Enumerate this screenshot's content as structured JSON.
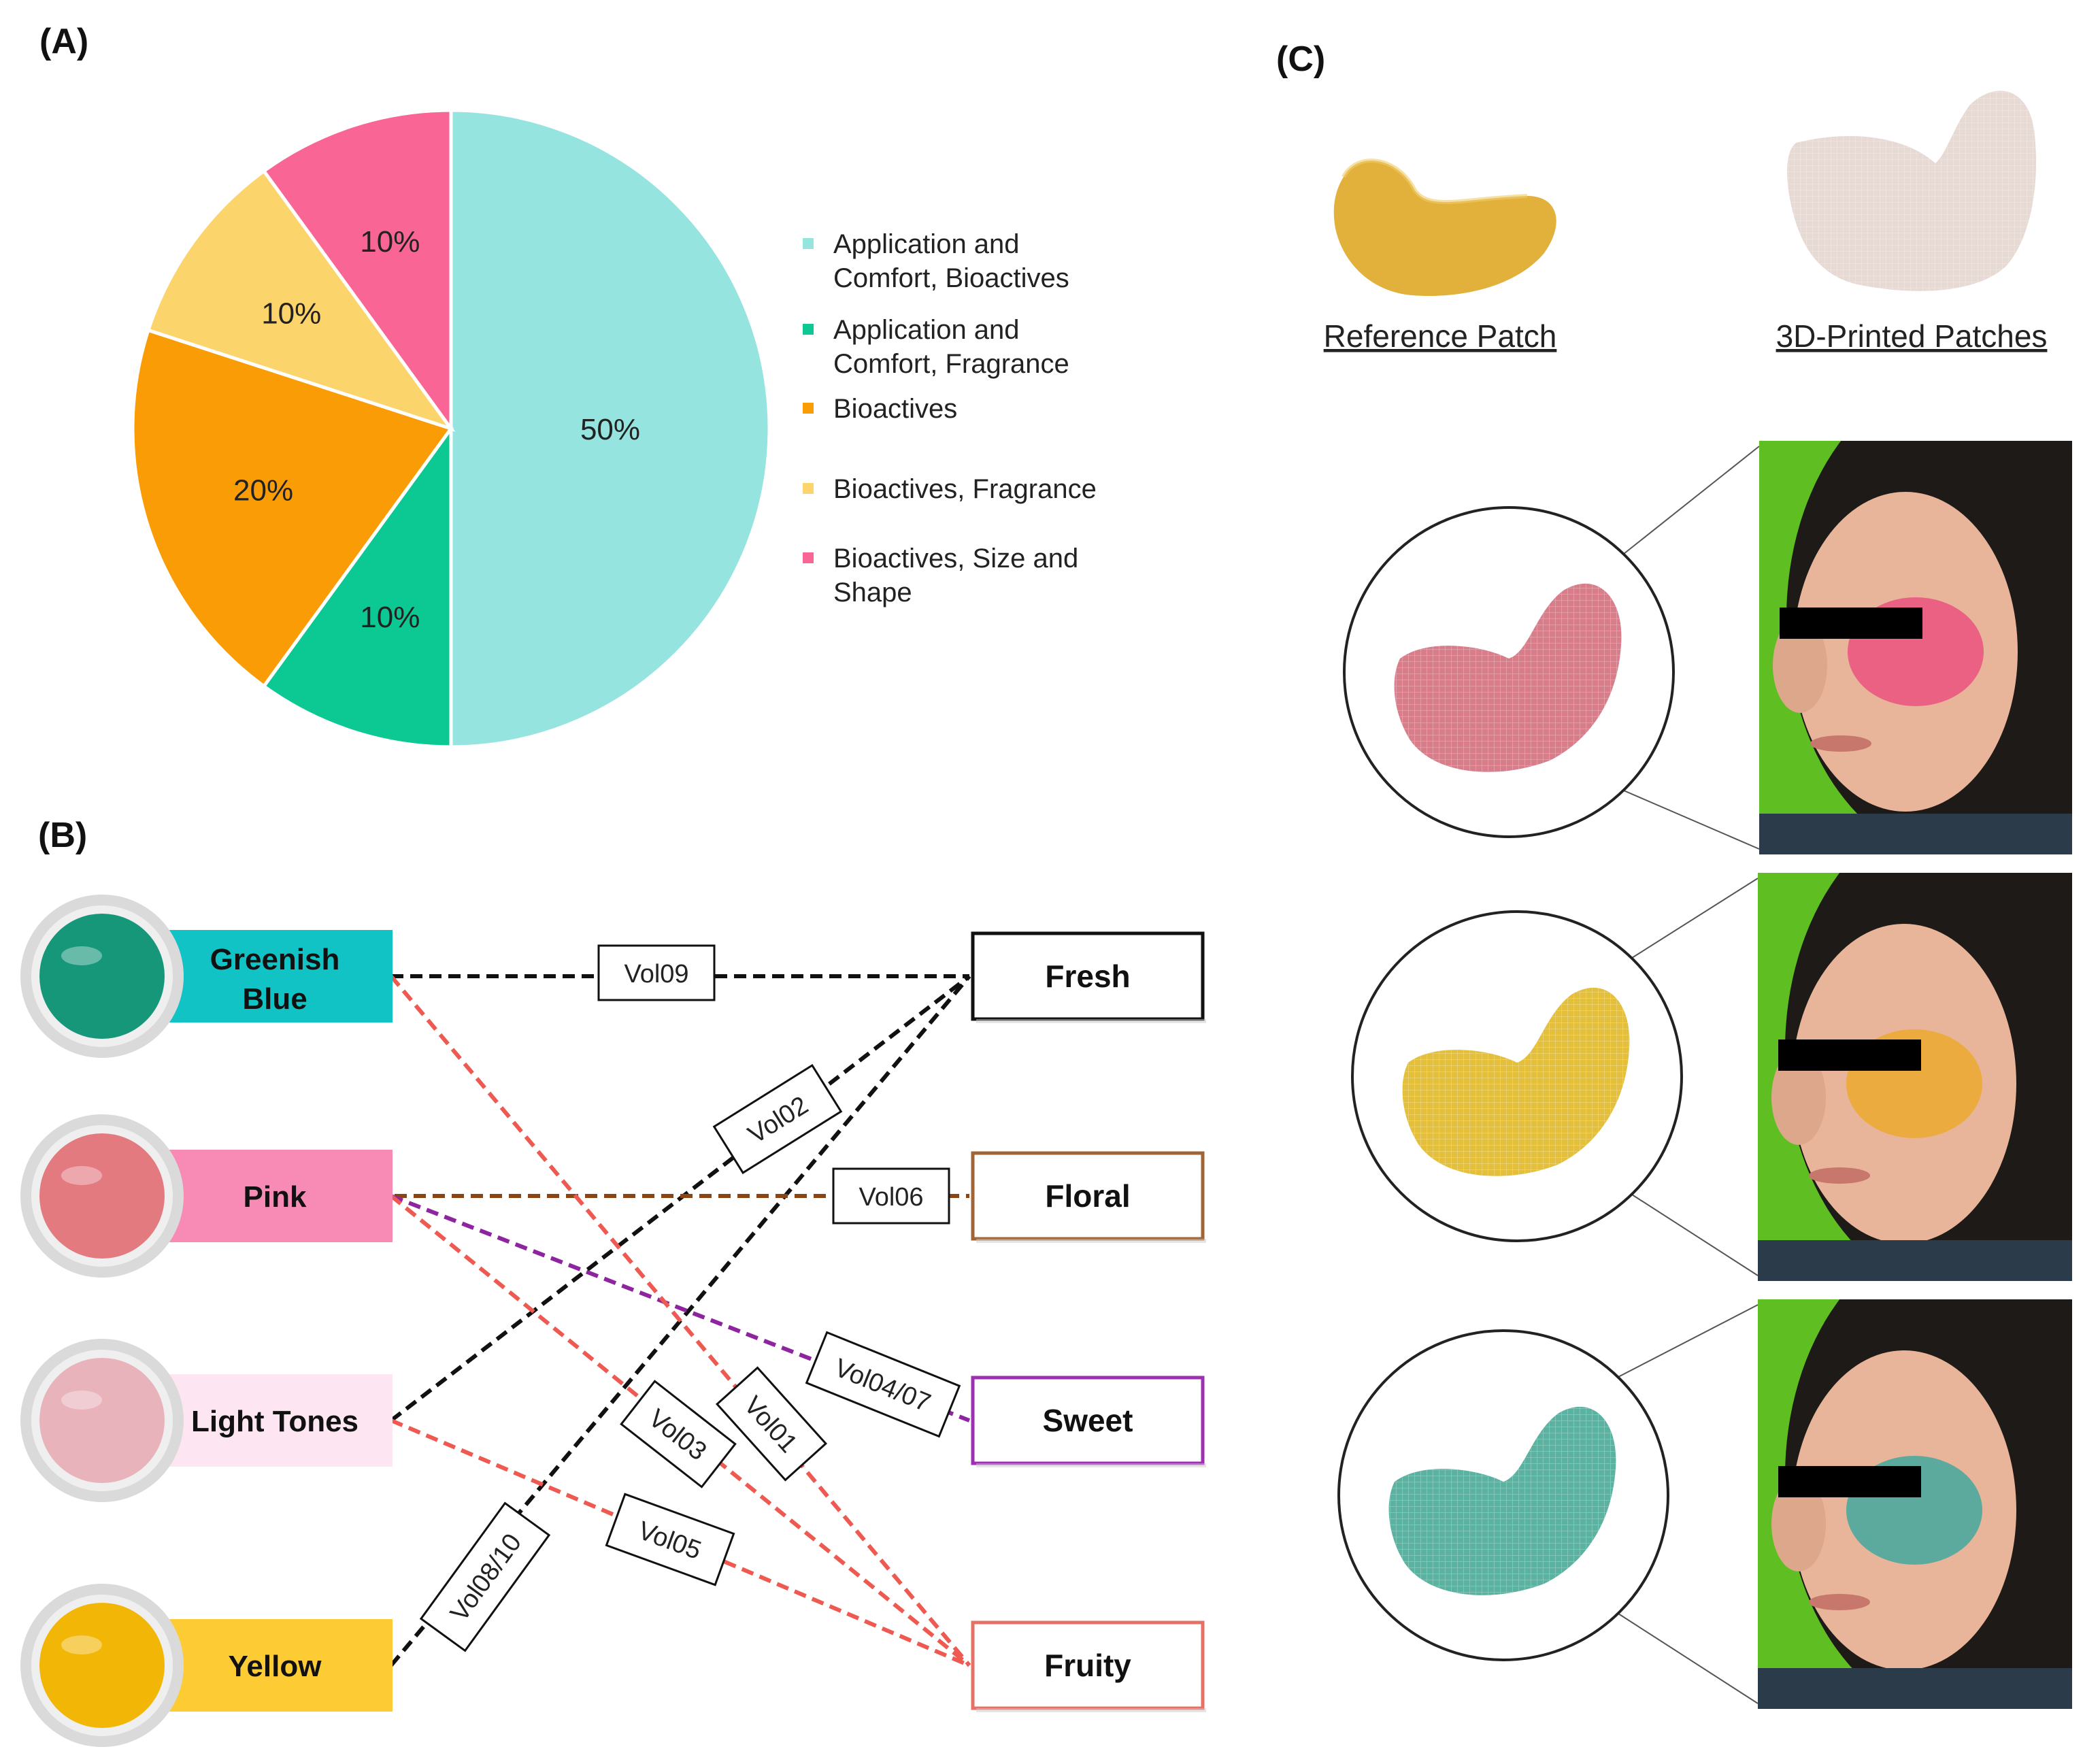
{
  "panel_labels": {
    "a": "(A)",
    "b": "(B)",
    "c": "(C)"
  },
  "chart_data": {
    "type": "pie",
    "slices": [
      {
        "label": "Application and Comfort, Bioactives",
        "value": 50,
        "pct_label": "50%",
        "color": "#95E4E0"
      },
      {
        "label": "Application and Comfort, Fragrance",
        "value": 10,
        "pct_label": "10%",
        "color": "#0CC892"
      },
      {
        "label": "Bioactives",
        "value": 20,
        "pct_label": "20%",
        "color": "#FA9C06"
      },
      {
        "label": "Bioactives, Fragrance",
        "value": 10,
        "pct_label": "10%",
        "color": "#FCD46C"
      },
      {
        "label": "Bioactives, Size and Shape",
        "value": 10,
        "pct_label": "10%",
        "color": "#F96595"
      }
    ],
    "legend": [
      {
        "line1": "Application and",
        "line2": "Comfort, Bioactives"
      },
      {
        "line1": "Application and",
        "line2": "Comfort, Fragrance"
      },
      {
        "line1": "Bioactives",
        "line2": ""
      },
      {
        "line1": "Bioactives, Fragrance",
        "line2": ""
      },
      {
        "line1": "Bioactives, Size and",
        "line2": "Shape"
      }
    ],
    "legend_position": "right"
  },
  "diagram_b": {
    "colors": [
      {
        "line1": "Greenish",
        "line2": "Blue",
        "fill": "#12C3C6",
        "swatch": "#17977A"
      },
      {
        "line1": "Pink",
        "line2": "",
        "fill": "#F78BB5",
        "swatch": "#E27A80"
      },
      {
        "line1": "Light Tones",
        "line2": "",
        "fill": "#FDE6F1",
        "swatch": "#E9B3BB"
      },
      {
        "line1": "Yellow",
        "line2": "",
        "fill": "#FDCB33",
        "swatch": "#F2B607"
      }
    ],
    "scents": [
      {
        "label": "Fresh",
        "border": "#111111"
      },
      {
        "label": "Floral",
        "border": "#A06536"
      },
      {
        "label": "Sweet",
        "border": "#9D2FB1"
      },
      {
        "label": "Fruity",
        "border": "#E57066"
      }
    ],
    "connections": [
      {
        "from": 0,
        "to": 0,
        "label": "Vol09",
        "color": "#111111"
      },
      {
        "from": 2,
        "to": 0,
        "label": "Vol02",
        "color": "#111111"
      },
      {
        "from": 3,
        "to": 0,
        "label": "Vol08/10",
        "color": "#111111"
      },
      {
        "from": 1,
        "to": 1,
        "label": "Vol06",
        "color": "#8B4513"
      },
      {
        "from": 1,
        "to": 2,
        "label": "Vol04/07",
        "color": "#8E249F"
      },
      {
        "from": 0,
        "to": 3,
        "label": "Vol01",
        "color": "#EE5A52"
      },
      {
        "from": 1,
        "to": 3,
        "label": "Vol03",
        "color": "#EE5A52"
      },
      {
        "from": 2,
        "to": 3,
        "label": "Vol05",
        "color": "#EE5A52"
      }
    ]
  },
  "panel_c": {
    "reference_label": "Reference Patch",
    "printed_label": "3D-Printed Patches",
    "reference_color": "#E2B13B",
    "printed_color": "#E7D9D4",
    "rows": [
      {
        "patch_color": "#D87D8A",
        "face_patch_color": "#E95A82"
      },
      {
        "patch_color": "#E3BF3C",
        "face_patch_color": "#EBAA36"
      },
      {
        "patch_color": "#5BB2A0",
        "face_patch_color": "#4FA99E"
      }
    ],
    "photo_bg": "#5FBF22"
  }
}
